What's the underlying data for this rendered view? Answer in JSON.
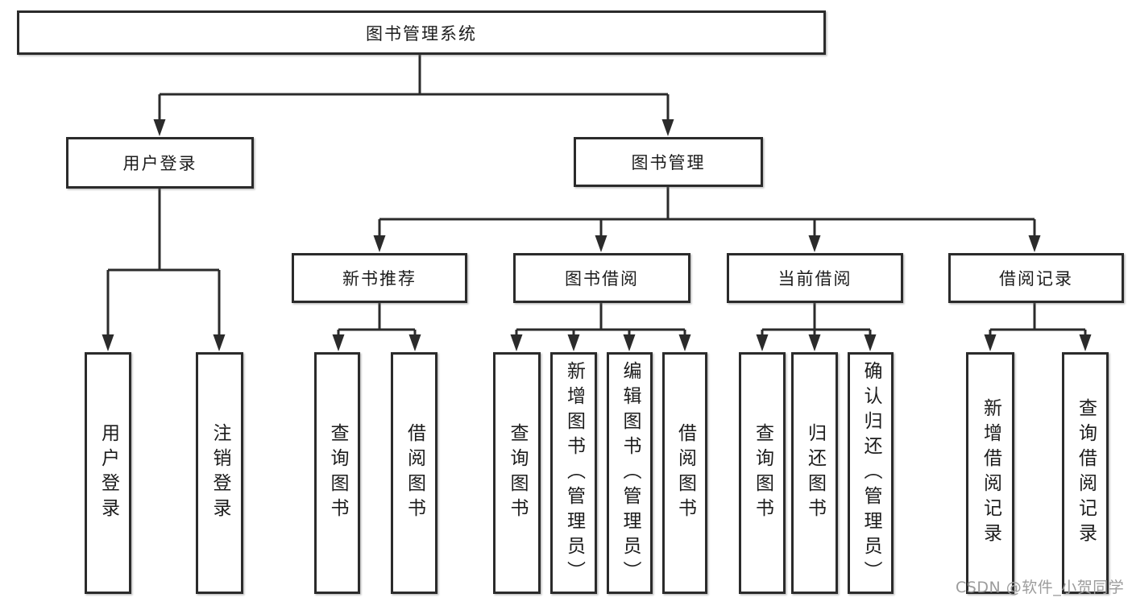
{
  "diagram": {
    "title": "图书管理系统",
    "watermark": "CSDN @软件_小贺同学",
    "colors": {
      "line": "#2b2b2b",
      "text": "#1c1c1c",
      "background": "#ffffff",
      "watermark": "#9c9c9c"
    },
    "nodes": {
      "root": {
        "label": "图书管理系统"
      },
      "user_login": {
        "label": "用户登录"
      },
      "book_management": {
        "label": "图书管理"
      },
      "new_book_recommend": {
        "label": "新书推荐"
      },
      "book_borrowing": {
        "label": "图书借阅"
      },
      "current_borrowing": {
        "label": "当前借阅"
      },
      "borrowing_records": {
        "label": "借阅记录"
      },
      "user_login_leaf": {
        "label": "用户登录"
      },
      "logout": {
        "label": "注销登录"
      },
      "recommend_query": {
        "label": "查询图书"
      },
      "recommend_borrow": {
        "label": "借阅图书"
      },
      "borrowing_query": {
        "label": "查询图书"
      },
      "borrowing_add": {
        "label": "新增图书（管理员）"
      },
      "borrowing_edit": {
        "label": "编辑图书（管理员）"
      },
      "borrowing_borrow": {
        "label": "借阅图书"
      },
      "current_query": {
        "label": "查询图书"
      },
      "current_return": {
        "label": "归还图书"
      },
      "current_confirm": {
        "label": "确认归还（管理员）"
      },
      "records_add": {
        "label": "新增借阅记录"
      },
      "records_query": {
        "label": "查询借阅记录"
      }
    },
    "edges": [
      [
        "root",
        "user_login"
      ],
      [
        "root",
        "book_management"
      ],
      [
        "user_login",
        "user_login_leaf"
      ],
      [
        "user_login",
        "logout"
      ],
      [
        "book_management",
        "new_book_recommend"
      ],
      [
        "book_management",
        "book_borrowing"
      ],
      [
        "book_management",
        "current_borrowing"
      ],
      [
        "book_management",
        "borrowing_records"
      ],
      [
        "new_book_recommend",
        "recommend_query"
      ],
      [
        "new_book_recommend",
        "recommend_borrow"
      ],
      [
        "book_borrowing",
        "borrowing_query"
      ],
      [
        "book_borrowing",
        "borrowing_add"
      ],
      [
        "book_borrowing",
        "borrowing_edit"
      ],
      [
        "book_borrowing",
        "borrowing_borrow"
      ],
      [
        "current_borrowing",
        "current_query"
      ],
      [
        "current_borrowing",
        "current_return"
      ],
      [
        "current_borrowing",
        "current_confirm"
      ],
      [
        "borrowing_records",
        "records_add"
      ],
      [
        "borrowing_records",
        "records_query"
      ]
    ]
  }
}
